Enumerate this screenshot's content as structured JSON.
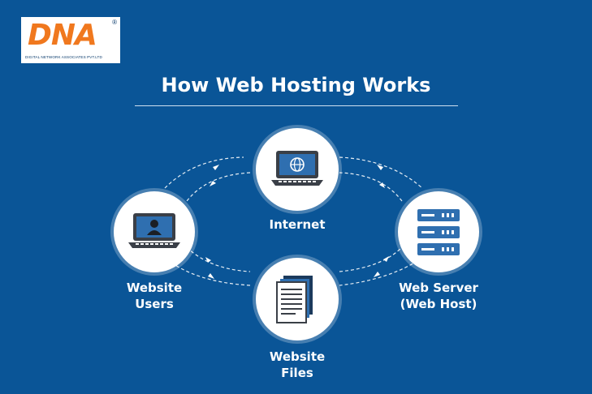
{
  "logo": {
    "letters": "DNA",
    "registered": "®",
    "subtitle": "DIGITAL NETWORK ASSOCIATES PVT.LTD"
  },
  "title": "How Web Hosting Works",
  "nodes": {
    "internet": {
      "label": "Internet",
      "icon": "globe-laptop-icon"
    },
    "users": {
      "label_line1": "Website",
      "label_line2": "Users",
      "icon": "user-laptop-icon"
    },
    "server": {
      "label_line1": "Web Server",
      "label_line2": "(Web Host)",
      "icon": "server-rack-icon"
    },
    "files": {
      "label_line1": "Website",
      "label_line2": "Files",
      "icon": "documents-icon"
    }
  },
  "colors": {
    "background": "#0a5597",
    "accent": "#f0781e",
    "icon_dark": "#3a3f47",
    "screen_blue": "#2f6fb0"
  }
}
